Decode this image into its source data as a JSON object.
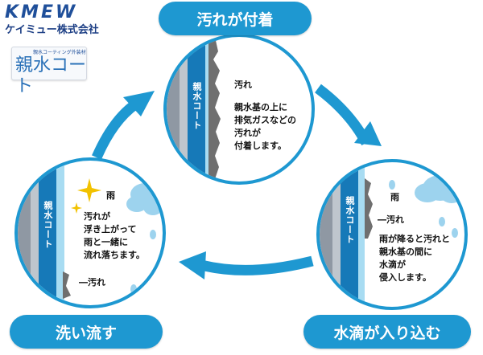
{
  "brand": {
    "logo": "KMEW",
    "company": "ケイミュー株式会社"
  },
  "product_logo": {
    "text": "親水コート",
    "tagline": "親水コーティング外装材"
  },
  "stages": {
    "top": {
      "title": "汚れが付着",
      "coat_label": "親水コート",
      "dirt_label": "汚れ",
      "description": [
        "親水基の上に",
        "排気ガスなどの",
        "汚れが",
        "付着します。"
      ]
    },
    "right": {
      "title": "水滴が入り込む",
      "coat_label": "親水コート",
      "rain_label": "雨",
      "dirt_label": "汚れ",
      "description": [
        "雨が降ると汚れと",
        "親水基の間に",
        "水滴が",
        "侵入します。"
      ]
    },
    "left": {
      "title": "洗い流す",
      "coat_label": "親水コート",
      "rain_label": "雨",
      "description": [
        "汚れが",
        "浮き上がって",
        "雨と一緒に",
        "流れ落ちます。"
      ],
      "dirt_label": "汚れ"
    }
  },
  "colors": {
    "accent": "#1e98d1",
    "coat": "#1679b8",
    "brand": "#1f4f9a"
  }
}
